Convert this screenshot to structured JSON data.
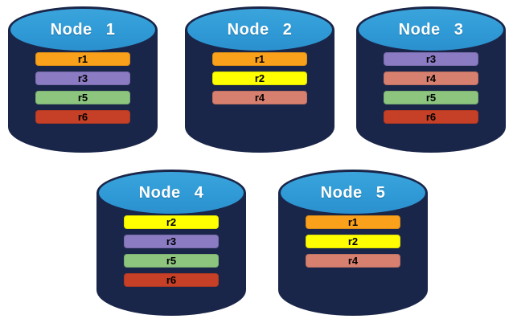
{
  "colors": {
    "background": "#FFFFFF",
    "cylinder_body": "#1A2649",
    "cylinder_top": "#2F9AD6",
    "node_label_text": "#FFFFFF",
    "replica_label_text": "#000000",
    "replicas": {
      "r1": "#F9A11B",
      "r2": "#FFFF00",
      "r3": "#8A7BC2",
      "r4": "#D8806F",
      "r5": "#8DC57F",
      "r6": "#C54027"
    }
  },
  "nodes": [
    {
      "label": "Node 1",
      "replicas": [
        {
          "id": "r1"
        },
        {
          "id": "r3"
        },
        {
          "id": "r5"
        },
        {
          "id": "r6"
        }
      ]
    },
    {
      "label": "Node 2",
      "replicas": [
        {
          "id": "r1"
        },
        {
          "id": "r2"
        },
        {
          "id": "r4"
        }
      ]
    },
    {
      "label": "Node 3",
      "replicas": [
        {
          "id": "r3"
        },
        {
          "id": "r4"
        },
        {
          "id": "r5"
        },
        {
          "id": "r6"
        }
      ]
    },
    {
      "label": "Node 4",
      "replicas": [
        {
          "id": "r2"
        },
        {
          "id": "r3"
        },
        {
          "id": "r5"
        },
        {
          "id": "r6"
        }
      ]
    },
    {
      "label": "Node 5",
      "replicas": [
        {
          "id": "r1"
        },
        {
          "id": "r2"
        },
        {
          "id": "r4"
        }
      ]
    }
  ]
}
